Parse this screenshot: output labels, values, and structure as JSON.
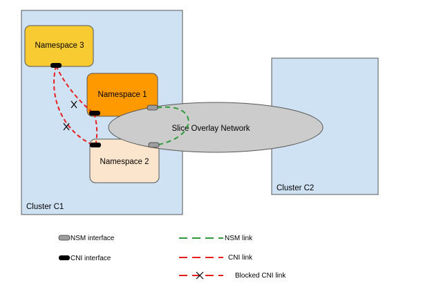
{
  "clusters": {
    "c1": {
      "label": "Cluster C1"
    },
    "c2": {
      "label": "Cluster C2"
    }
  },
  "namespaces": {
    "ns1": {
      "label": "Namespace 1"
    },
    "ns2": {
      "label": "Namespace 2"
    },
    "ns3": {
      "label": "Namespace 3"
    }
  },
  "overlay": {
    "label": "Slice Overlay Network"
  },
  "legend": {
    "nsm_interface": "NSM interface",
    "cni_interface": "CNI interface",
    "nsm_link": "NSM link",
    "cni_link": "CNI link",
    "blocked_cni_link": "Blocked CNI link"
  },
  "colors": {
    "cluster_fill": "#cfe2f3",
    "ns3_fill": "#f9cb33",
    "ns1_fill": "#ff9900",
    "ns2_fill": "#fce5cd",
    "overlay_fill": "#cccccc",
    "nsm_link": "#2e9b3a",
    "cni_link": "#e81c1c"
  }
}
